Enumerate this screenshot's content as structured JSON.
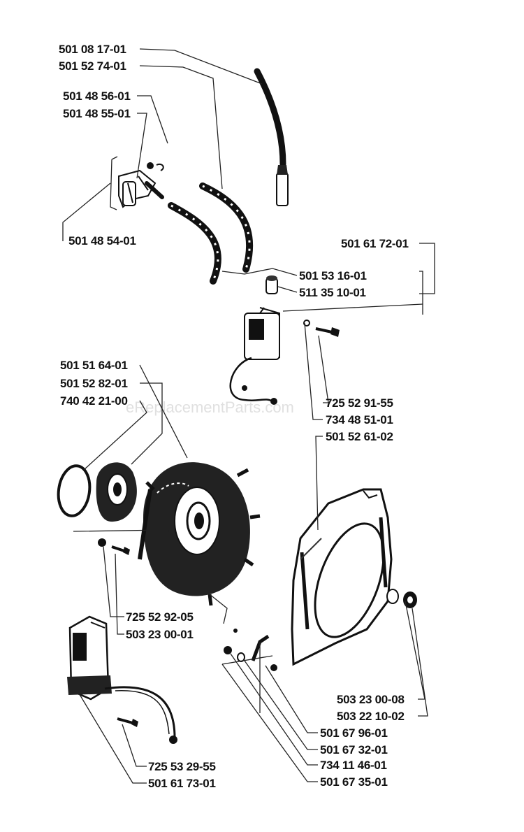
{
  "watermark": "eReplacementParts.com",
  "colors": {
    "ink": "#111111",
    "paper": "#ffffff",
    "watermark": "#c8c8c8"
  },
  "parts": [
    {
      "id": "p1",
      "number": "501 08 17-01"
    },
    {
      "id": "p2",
      "number": "501 52 74-01"
    },
    {
      "id": "p3",
      "number": "501 48 56-01"
    },
    {
      "id": "p4",
      "number": "501 48 55-01"
    },
    {
      "id": "p5",
      "number": "501 48 54-01"
    },
    {
      "id": "p6",
      "number": "501 61 72-01"
    },
    {
      "id": "p7",
      "number": "501 53 16-01"
    },
    {
      "id": "p8",
      "number": "511 35 10-01"
    },
    {
      "id": "p9",
      "number": "501 51 64-01"
    },
    {
      "id": "p10",
      "number": "501 52 82-01"
    },
    {
      "id": "p11",
      "number": "740 42 21-00"
    },
    {
      "id": "p12",
      "number": "725 52 91-55"
    },
    {
      "id": "p13",
      "number": "734 48 51-01"
    },
    {
      "id": "p14",
      "number": "501 52 61-02"
    },
    {
      "id": "p15",
      "number": "725 52 92-05"
    },
    {
      "id": "p16",
      "number": "503 23 00-01"
    },
    {
      "id": "p17",
      "number": "503 23 00-08"
    },
    {
      "id": "p18",
      "number": "503 22 10-02"
    },
    {
      "id": "p19",
      "number": "501 67 96-01"
    },
    {
      "id": "p20",
      "number": "501 67 32-01"
    },
    {
      "id": "p21",
      "number": "734 11 46-01"
    },
    {
      "id": "p22",
      "number": "501 67 35-01"
    },
    {
      "id": "p23",
      "number": "725 53 29-55"
    },
    {
      "id": "p24",
      "number": "501 61 73-01"
    }
  ]
}
